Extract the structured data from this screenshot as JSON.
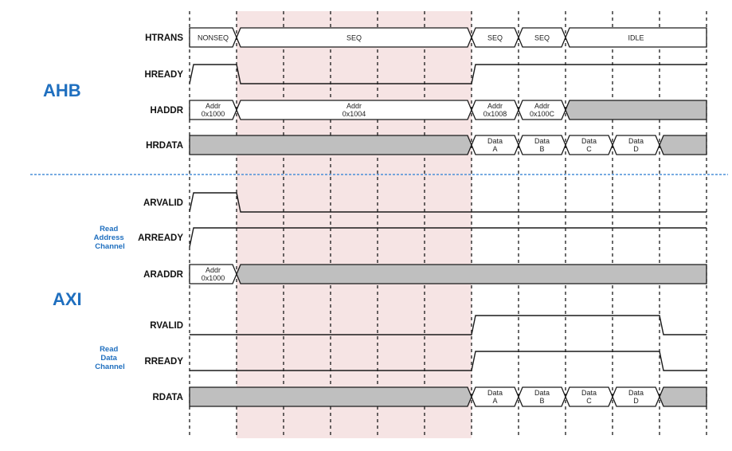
{
  "colors": {
    "blue_label": "#1f6fbf",
    "separator": "#4a8fd8",
    "highlight": "#f6e4e4",
    "fill_gray": "#bfbfbf",
    "line": "#1a1a1a"
  },
  "groups": {
    "ahb": "AHB",
    "axi": "AXI",
    "read_address_channel": [
      "Read",
      "Address",
      "Channel"
    ],
    "read_data_channel": [
      "Read",
      "Data",
      "Channel"
    ]
  },
  "signals": [
    {
      "id": "htrans",
      "name": "HTRANS",
      "kind": "bus",
      "segments": [
        {
          "from": 0,
          "to": 1,
          "label": [
            "NONSEQ"
          ],
          "fill": "none"
        },
        {
          "from": 1,
          "to": 6,
          "label": [
            "SEQ"
          ],
          "fill": "none"
        },
        {
          "from": 6,
          "to": 7,
          "label": [
            "SEQ"
          ],
          "fill": "none"
        },
        {
          "from": 7,
          "to": 8,
          "label": [
            "SEQ"
          ],
          "fill": "none"
        },
        {
          "from": 8,
          "to": 11,
          "label": [
            "IDLE"
          ],
          "fill": "none"
        }
      ]
    },
    {
      "id": "hready",
      "name": "HREADY",
      "kind": "wire",
      "levels": [
        {
          "from": 0,
          "to": 1,
          "v": 1
        },
        {
          "from": 1,
          "to": 6,
          "v": 0
        },
        {
          "from": 6,
          "to": 11,
          "v": 1
        }
      ]
    },
    {
      "id": "haddr",
      "name": "HADDR",
      "kind": "bus",
      "segments": [
        {
          "from": 0,
          "to": 1,
          "label": [
            "Addr",
            "0x1000"
          ],
          "fill": "none"
        },
        {
          "from": 1,
          "to": 6,
          "label": [
            "Addr",
            "0x1004"
          ],
          "fill": "none"
        },
        {
          "from": 6,
          "to": 7,
          "label": [
            "Addr",
            "0x1008"
          ],
          "fill": "none"
        },
        {
          "from": 7,
          "to": 8,
          "label": [
            "Addr",
            "0x100C"
          ],
          "fill": "none"
        },
        {
          "from": 8,
          "to": 11,
          "label": [],
          "fill": "gray"
        }
      ]
    },
    {
      "id": "hrdata",
      "name": "HRDATA",
      "kind": "bus",
      "segments": [
        {
          "from": 0,
          "to": 6,
          "label": [],
          "fill": "gray"
        },
        {
          "from": 6,
          "to": 7,
          "label": [
            "Data",
            "A"
          ],
          "fill": "none"
        },
        {
          "from": 7,
          "to": 8,
          "label": [
            "Data",
            "B"
          ],
          "fill": "none"
        },
        {
          "from": 8,
          "to": 9,
          "label": [
            "Data",
            "C"
          ],
          "fill": "none"
        },
        {
          "from": 9,
          "to": 10,
          "label": [
            "Data",
            "D"
          ],
          "fill": "none"
        },
        {
          "from": 10,
          "to": 11,
          "label": [],
          "fill": "gray"
        }
      ]
    },
    {
      "id": "arvalid",
      "name": "ARVALID",
      "kind": "wire",
      "levels": [
        {
          "from": 0,
          "to": 1,
          "v": 1
        },
        {
          "from": 1,
          "to": 11,
          "v": 0
        }
      ]
    },
    {
      "id": "arready",
      "name": "ARREADY",
      "kind": "wire",
      "levels": [
        {
          "from": 0,
          "to": 11,
          "v": 1
        }
      ]
    },
    {
      "id": "araddr",
      "name": "ARADDR",
      "kind": "bus",
      "segments": [
        {
          "from": 0,
          "to": 1,
          "label": [
            "Addr",
            "0x1000"
          ],
          "fill": "none"
        },
        {
          "from": 1,
          "to": 11,
          "label": [],
          "fill": "gray"
        }
      ]
    },
    {
      "id": "rvalid",
      "name": "RVALID",
      "kind": "wire",
      "levels": [
        {
          "from": 0,
          "to": 6,
          "v": 0
        },
        {
          "from": 6,
          "to": 10,
          "v": 1
        },
        {
          "from": 10,
          "to": 11,
          "v": 0
        }
      ]
    },
    {
      "id": "rready",
      "name": "RREADY",
      "kind": "wire",
      "levels": [
        {
          "from": 0,
          "to": 6,
          "v": 0
        },
        {
          "from": 6,
          "to": 10,
          "v": 1
        },
        {
          "from": 10,
          "to": 11,
          "v": 0
        }
      ]
    },
    {
      "id": "rdata",
      "name": "RDATA",
      "kind": "bus",
      "segments": [
        {
          "from": 0,
          "to": 6,
          "label": [],
          "fill": "gray"
        },
        {
          "from": 6,
          "to": 7,
          "label": [
            "Data",
            "A"
          ],
          "fill": "none"
        },
        {
          "from": 7,
          "to": 8,
          "label": [
            "Data",
            "B"
          ],
          "fill": "none"
        },
        {
          "from": 8,
          "to": 9,
          "label": [
            "Data",
            "C"
          ],
          "fill": "none"
        },
        {
          "from": 9,
          "to": 10,
          "label": [
            "Data",
            "D"
          ],
          "fill": "none"
        },
        {
          "from": 10,
          "to": 11,
          "label": [],
          "fill": "gray"
        }
      ]
    }
  ],
  "highlight_cycles": {
    "from": 1,
    "to": 6
  },
  "cycle_count": 11
}
